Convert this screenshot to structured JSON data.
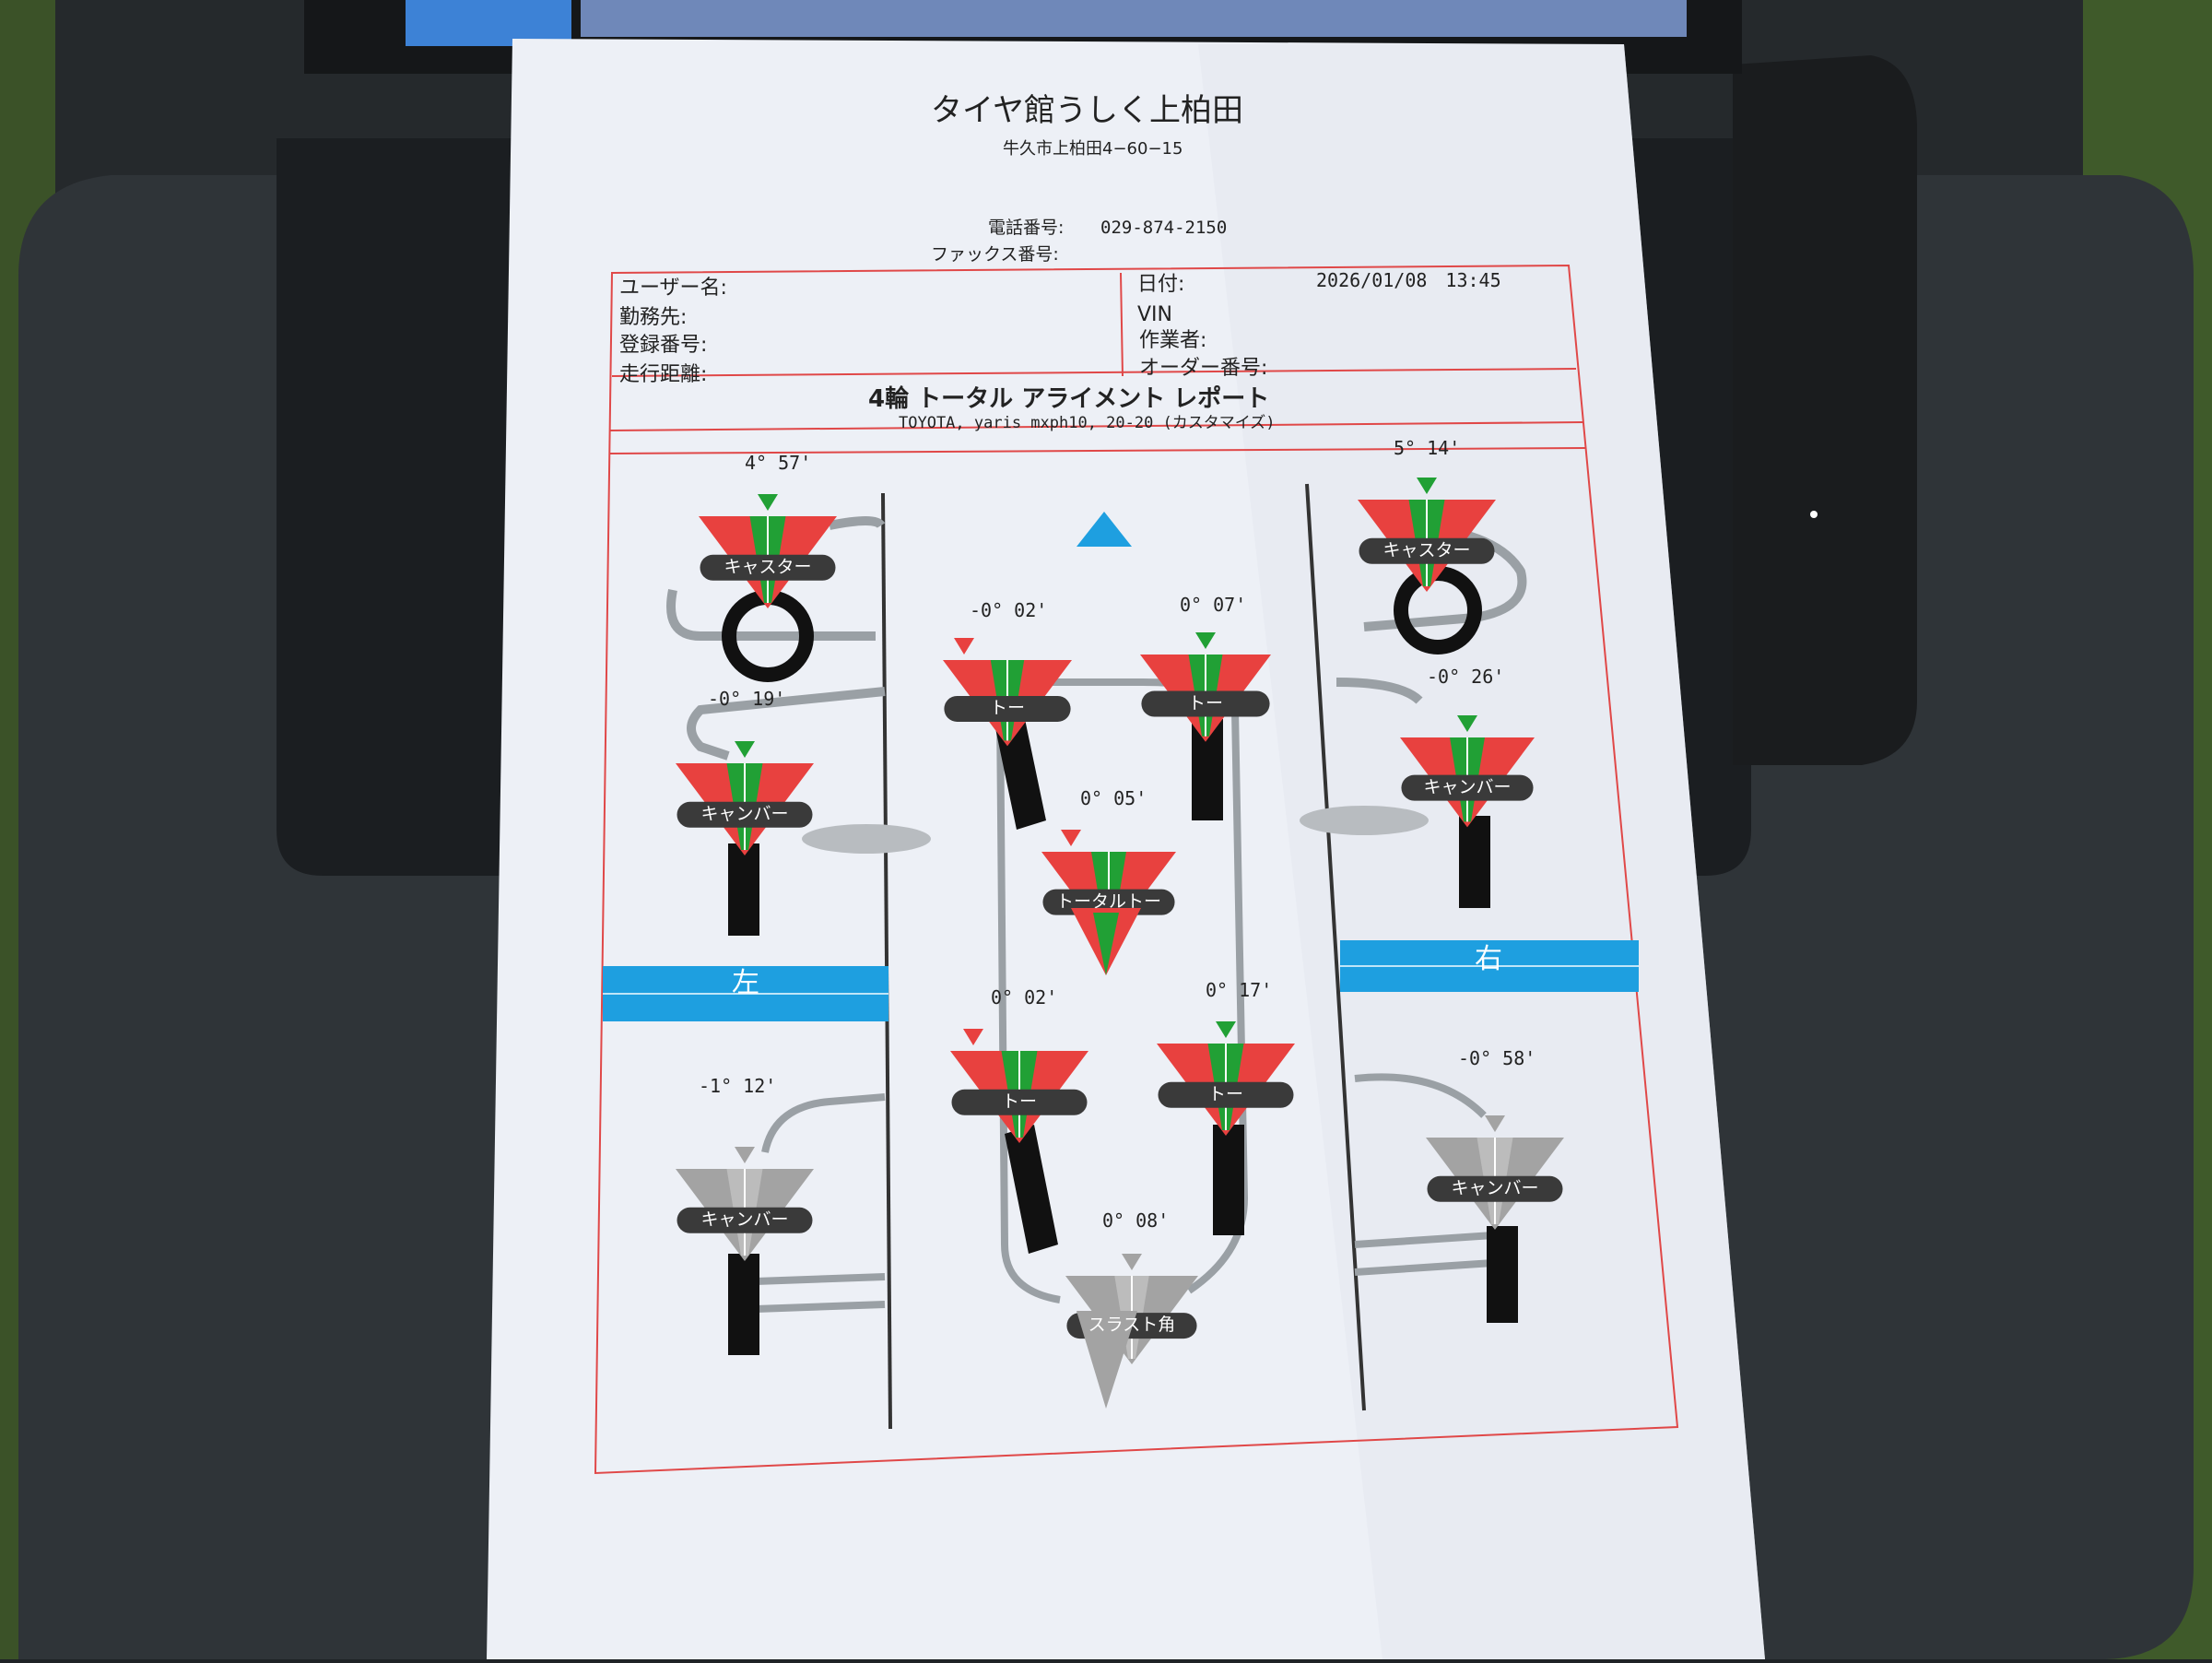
{
  "shop": {
    "name": "タイヤ館うしく上柏田",
    "address": "牛久市上柏田4−60−15",
    "phone_label": "電話番号:",
    "phone_value": "029-874-2150",
    "fax_label": "ファックス番号:"
  },
  "info": {
    "user_label": "ユーザー名:",
    "workplace_label": "勤務先:",
    "registration_label": "登録番号:",
    "mileage_label": "走行距離:",
    "date_label": "日付:",
    "date_value": "2026/01/08　13:45",
    "vin_label": "VIN",
    "worker_label": "作業者:",
    "order_label": "オーダー番号:"
  },
  "report": {
    "title": "4輪 トータル アライメント レポート",
    "vehicle": "TOYOTA, yaris mxph10, 20-20 (カスタマイズ)"
  },
  "side_labels": {
    "left": "左",
    "right": "右"
  },
  "gauges": {
    "caster_left": {
      "value": "4° 57'",
      "label": "キャスター"
    },
    "caster_right": {
      "value": "5° 14'",
      "label": "キャスター"
    },
    "camber_fl": {
      "value": "-0° 19'",
      "label": "キャンバー"
    },
    "camber_fr": {
      "value": "-0° 26'",
      "label": "キャンバー"
    },
    "camber_rl": {
      "value": "-1° 12'",
      "label": "キャンバー"
    },
    "camber_rr": {
      "value": "-0° 58'",
      "label": "キャンバー"
    },
    "toe_fl": {
      "value": "-0° 02'",
      "label": "トー"
    },
    "toe_fr": {
      "value": "0° 07'",
      "label": "トー"
    },
    "total_toe": {
      "value": "0° 05'",
      "label": "トータルトー"
    },
    "toe_rl": {
      "value": "0° 02'",
      "label": "トー"
    },
    "toe_rr": {
      "value": "0° 17'",
      "label": "トー"
    },
    "thrust": {
      "value": "0° 08'",
      "label": "スラスト角"
    }
  },
  "colors": {
    "in_spec": "#21a035",
    "out_of_spec": "#e8413f",
    "not_rated": "#a3a3a3",
    "side_bar": "#1e9fe0",
    "border": "#e04848"
  }
}
